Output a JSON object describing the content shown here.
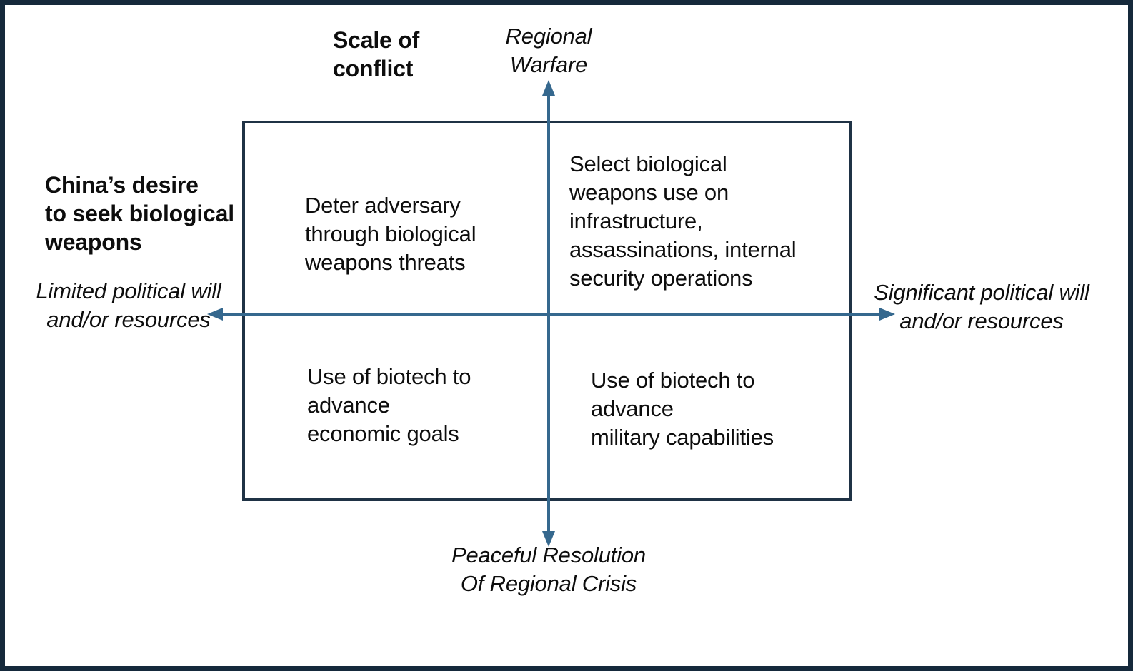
{
  "colors": {
    "background": "#FFFFFF",
    "frame_border": "#15293B",
    "box_border": "#1F3245",
    "arrow": "#35688E",
    "text": "#0D0D0D"
  },
  "diagram": {
    "vertical_axis": {
      "title": "Scale of\nconflict",
      "top_label": "Regional\nWarfare",
      "bottom_label": "Peaceful Resolution\nOf Regional Crisis"
    },
    "horizontal_axis": {
      "title": "China’s desire\nto seek biological\nweapons",
      "left_label": "Limited political will\nand/or resources",
      "right_label": "Significant political will\nand/or resources"
    },
    "quadrants": {
      "top_left": "Deter adversary\nthrough biological\nweapons threats",
      "top_right": "Select biological\nweapons use on\ninfrastructure,\nassassinations, internal\nsecurity operations",
      "bottom_left": "Use of biotech to\nadvance\neconomic goals",
      "bottom_right": "Use of biotech to\nadvance\nmilitary capabilities"
    }
  }
}
